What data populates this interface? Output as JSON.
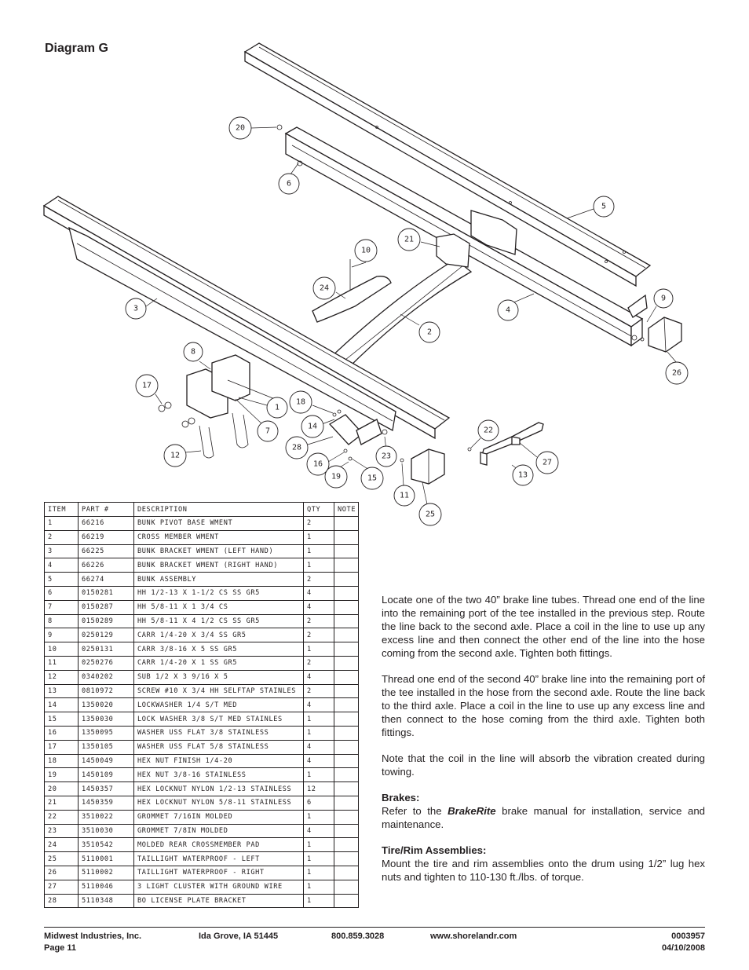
{
  "title": "Diagram G",
  "callouts": [
    "20",
    "6",
    "5",
    "21",
    "10",
    "24",
    "3",
    "4",
    "9",
    "2",
    "26",
    "8",
    "17",
    "1",
    "7",
    "18",
    "14",
    "28",
    "12",
    "16",
    "19",
    "15",
    "23",
    "11",
    "25",
    "22",
    "27",
    "13"
  ],
  "parts_table": {
    "headers": [
      "ITEM",
      "PART #",
      "DESCRIPTION",
      "QTY",
      "NOTE"
    ],
    "rows": [
      [
        "1",
        "66216",
        "BUNK PIVOT BASE WMENT",
        "2",
        ""
      ],
      [
        "2",
        "66219",
        "CROSS MEMBER WMENT",
        "1",
        ""
      ],
      [
        "3",
        "66225",
        "BUNK BRACKET WMENT (LEFT HAND)",
        "1",
        ""
      ],
      [
        "4",
        "66226",
        "BUNK BRACKET WMENT (RIGHT HAND)",
        "1",
        ""
      ],
      [
        "5",
        "66274",
        "BUNK ASSEMBLY",
        "2",
        ""
      ],
      [
        "6",
        "0150281",
        "HH 1/2-13 X 1-1/2 CS SS GR5",
        "4",
        ""
      ],
      [
        "7",
        "0150287",
        "HH 5/8-11 X 1 3/4 CS",
        "4",
        ""
      ],
      [
        "8",
        "0150289",
        "HH 5/8-11 X 4 1/2 CS SS GR5",
        "2",
        ""
      ],
      [
        "9",
        "0250129",
        "CARR 1/4-20 X 3/4 SS GR5",
        "2",
        ""
      ],
      [
        "10",
        "0250131",
        "CARR 3/8-16 X 5 SS GR5",
        "1",
        ""
      ],
      [
        "11",
        "0250276",
        "CARR 1/4-20 X 1 SS GR5",
        "2",
        ""
      ],
      [
        "12",
        "0340202",
        "SUB 1/2 X 3 9/16 X 5",
        "4",
        ""
      ],
      [
        "13",
        "0810972",
        "SCREW #10 X 3/4 HH SELFTAP STAINLES",
        "2",
        ""
      ],
      [
        "14",
        "1350020",
        "LOCKWASHER 1/4 S/T MED",
        "4",
        ""
      ],
      [
        "15",
        "1350030",
        "LOCK WASHER 3/8 S/T MED STAINLES",
        "1",
        ""
      ],
      [
        "16",
        "1350095",
        "WASHER USS FLAT 3/8 STAINLESS",
        "1",
        ""
      ],
      [
        "17",
        "1350105",
        "WASHER USS FLAT 5/8 STAINLESS",
        "4",
        ""
      ],
      [
        "18",
        "1450049",
        "HEX NUT FINISH 1/4-20",
        "4",
        ""
      ],
      [
        "19",
        "1450109",
        "HEX NUT 3/8-16 STAINLESS",
        "1",
        ""
      ],
      [
        "20",
        "1450357",
        "HEX LOCKNUT NYLON 1/2-13 STAINLESS",
        "12",
        ""
      ],
      [
        "21",
        "1450359",
        "HEX LOCKNUT NYLON 5/8-11 STAINLESS",
        "6",
        ""
      ],
      [
        "22",
        "3510022",
        "GROMMET  7/16IN MOLDED",
        "1",
        ""
      ],
      [
        "23",
        "3510030",
        "GROMMET  7/8IN MOLDED",
        "4",
        ""
      ],
      [
        "24",
        "3510542",
        "MOLDED REAR CROSSMEMBER PAD",
        "1",
        ""
      ],
      [
        "25",
        "5110001",
        "TAILLIGHT WATERPROOF - LEFT",
        "1",
        ""
      ],
      [
        "26",
        "5110002",
        "TAILLIGHT WATERPROOF - RIGHT",
        "1",
        ""
      ],
      [
        "27",
        "5110046",
        "3 LIGHT CLUSTER WITH GROUND WIRE",
        "1",
        ""
      ],
      [
        "28",
        "5110348",
        "BO LICENSE PLATE BRACKET",
        "1",
        ""
      ]
    ]
  },
  "instructions": {
    "p1": "Locate one of the two 40” brake line tubes. Thread one end of the line into the remaining port of the tee installed in the previous step. Route the line back to the second axle. Place a coil in the line to use up any excess line and then connect the other end of the line into the hose coming from the second axle. Tighten both fittings.",
    "p2": "Thread one end of the second 40” brake line into the remaining port of the tee installed in the hose from the second axle.  Route the line back to the third axle. Place a coil in the line to use up any excess line and then connect to the hose coming from the third axle. Tighten both fittings.",
    "p3": "Note that the coil in the line will absorb the vibration created during towing.",
    "brakes_heading": "Brakes:",
    "brakes_pre": "Refer to the ",
    "brakes_em": "BrakeRite",
    "brakes_post": " brake manual for installation, service and maintenance.",
    "tire_heading": "Tire/Rim Assemblies:",
    "tire_body": "Mount the tire and rim assemblies onto the drum using 1/2” lug hex nuts and tighten to 110-130 ft./lbs. of torque."
  },
  "footer": {
    "company": "Midwest Industries, Inc.",
    "page": "Page 11",
    "city": "Ida Grove, IA  51445",
    "phone": "800.859.3028",
    "web": "www.shorelandr.com",
    "doc_no": "0003957",
    "date": "04/10/2008"
  }
}
